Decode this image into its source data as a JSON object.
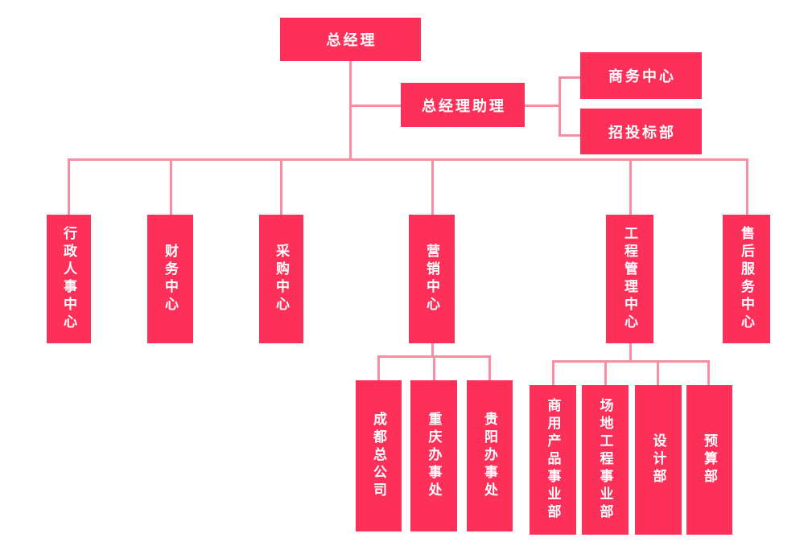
{
  "colors": {
    "box_fill": "#FC3059",
    "box_text": "#FFFFFF",
    "connector": "#F98DA4",
    "background": "#FFFFFF"
  },
  "root": {
    "label": "总经理"
  },
  "assistant": {
    "label": "总经理助理"
  },
  "assistant_children": [
    {
      "label": "商务中心"
    },
    {
      "label": "招投标部"
    }
  ],
  "departments": [
    {
      "label": "行政人事中心",
      "children": []
    },
    {
      "label": "财务中心",
      "children": []
    },
    {
      "label": "采购中心",
      "children": []
    },
    {
      "label": "营销中心",
      "children": [
        {
          "label": "成都总公司"
        },
        {
          "label": "重庆办事处"
        },
        {
          "label": "贵阳办事处"
        }
      ]
    },
    {
      "label": "工程管理中心",
      "children": [
        {
          "label": "商用产品事业部"
        },
        {
          "label": "场地工程事业部"
        },
        {
          "label": "设计部"
        },
        {
          "label": "预算部"
        }
      ]
    },
    {
      "label": "售后服务中心",
      "children": []
    }
  ]
}
